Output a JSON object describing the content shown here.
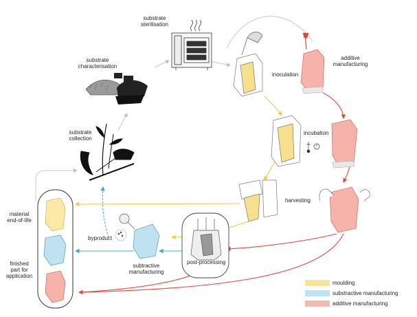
{
  "colors": {
    "moulding": "#f2d27a",
    "moulding_fill": "#fbe9a6",
    "subtractive": "#56b3d8",
    "subtractive_fill": "#bfe2f1",
    "additive": "#e4584d",
    "additive_fill": "#f6b3aa",
    "grey_arrow": "#c8c8c8",
    "ink": "#222222"
  },
  "stages": {
    "substrate_sterilisation": "substrate\nsterilisation",
    "substrate_characterisation": "substrate\ncharacterisation",
    "substrate_collection": "substrate\ncollection",
    "inoculation": "inoculation",
    "incubation": "incubation",
    "harvesting": "harvesting",
    "additive_manufacturing": "additive\nmanufacturing",
    "post_processing": "post-processing",
    "subtractive_manufacturing": "subtractive\nmanufacturing",
    "byproduct": "byproduct",
    "material_end_of_life": "material\nend-of-life",
    "finished_part": "finished\npart for\napplication"
  },
  "legend": [
    {
      "label": "moulding",
      "color": "#f7e59a"
    },
    {
      "label": "substractive manufacturing",
      "color": "#bfe2f1"
    },
    {
      "label": "additive manufacturing",
      "color": "#f6b9b0"
    }
  ],
  "icons": [
    "autoclave-icon",
    "substrate-pile-icon",
    "plant-waste-icon",
    "mould-box-icon",
    "additive-part-icon",
    "press-icon",
    "magnifier-icon",
    "thermometer-icon",
    "timer-icon",
    "hands-icon",
    "pipette-hand-icon",
    "nozzle-icon"
  ]
}
